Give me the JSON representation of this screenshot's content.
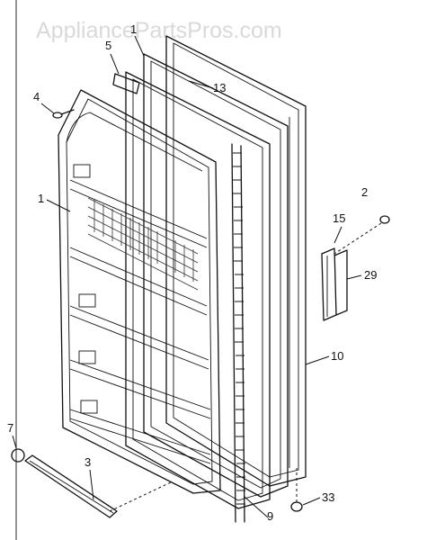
{
  "watermark": "AppliancePartsPros.com",
  "callouts": {
    "c1a": "1",
    "c5": "5",
    "c13": "13",
    "c4": "4",
    "c1b": "1",
    "c2": "2",
    "c15": "15",
    "c29": "29",
    "c10": "10",
    "c7": "7",
    "c3": "3",
    "c9": "9",
    "c33": "33"
  }
}
